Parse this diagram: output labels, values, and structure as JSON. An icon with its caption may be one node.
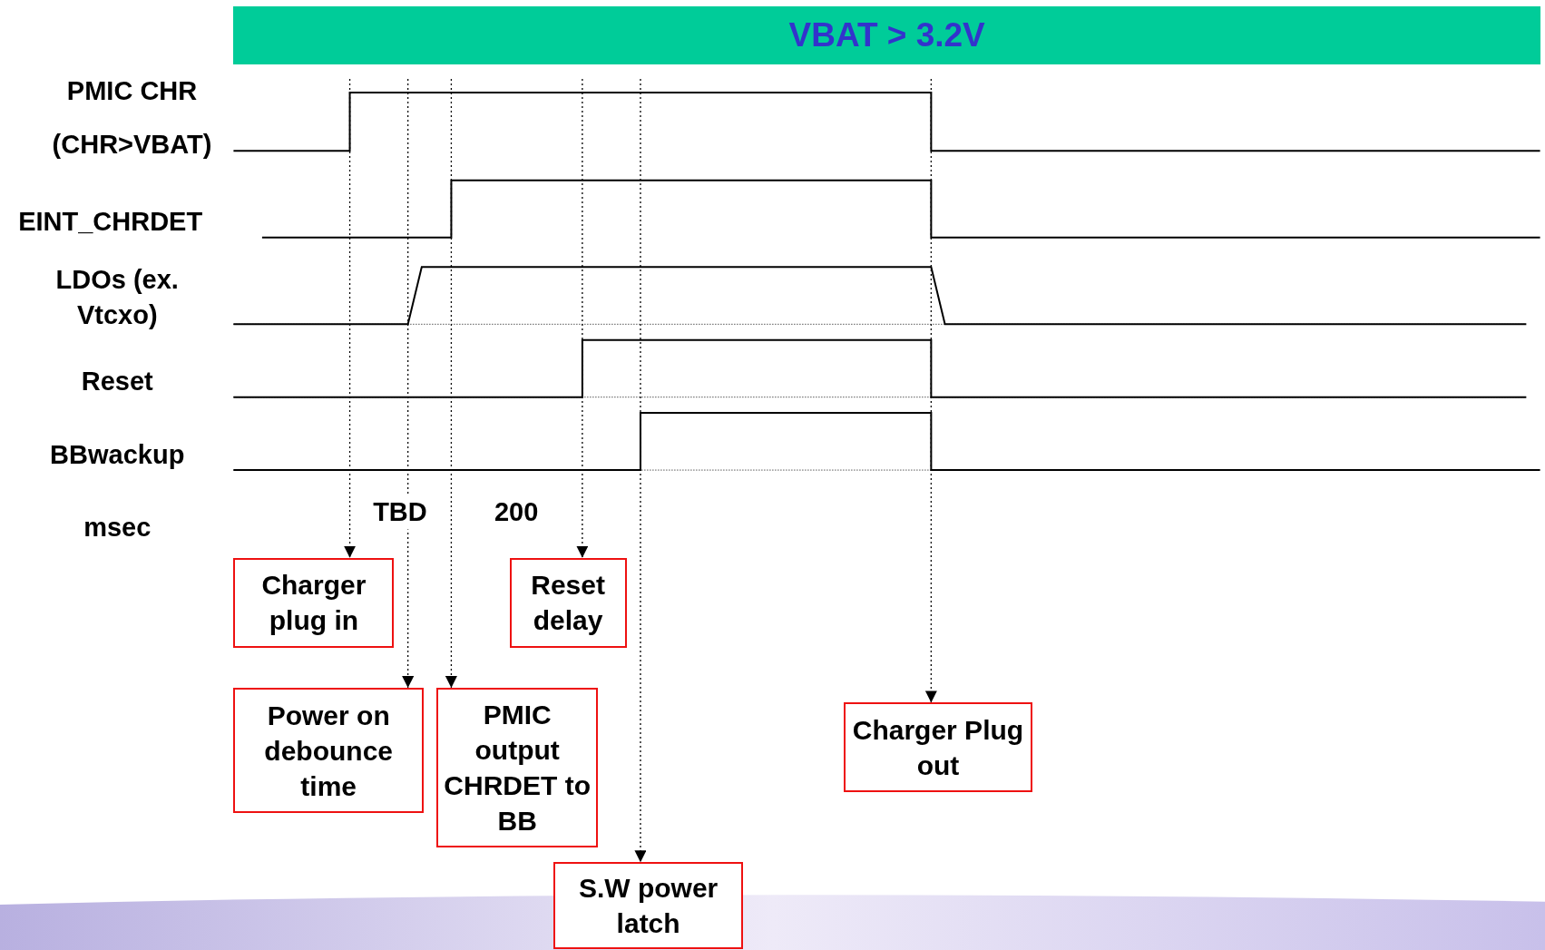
{
  "diagram": {
    "title": "VBAT > 3.2V",
    "nodes": [
      {
        "text": [
          "Charger plug in"
        ]
      },
      {
        "text": [
          "Reset delay"
        ]
      },
      {
        "text": [
          "Power on debounce time"
        ]
      },
      {
        "text": [
          "PMIC output CHRDET to BB"
        ]
      },
      {
        "text": [
          "Charger Plug out"
        ]
      },
      {
        "text": [
          "S.W power latch"
        ]
      }
    ],
    "edges": [
      {
        "from": null,
        "to": 0,
        "arrow": "to",
        "style": "dashed"
      },
      {
        "from": null,
        "to": 2,
        "arrow": "to",
        "style": "dashed"
      },
      {
        "from": null,
        "to": 3,
        "arrow": "to",
        "style": "dashed"
      },
      {
        "from": null,
        "to": 1,
        "arrow": "to",
        "style": "dashed"
      },
      {
        "from": null,
        "to": 5,
        "arrow": "to",
        "style": "dashed"
      },
      {
        "from": null,
        "to": 4,
        "arrow": "to",
        "style": "dashed"
      }
    ],
    "labels": [
      "PMIC CHR",
      "(CHR>VBAT)",
      "EINT_CHRDET",
      "LDOs (ex. Vtcxo)",
      "Reset",
      "BBwackup",
      "msec",
      "TBD",
      "200"
    ]
  }
}
